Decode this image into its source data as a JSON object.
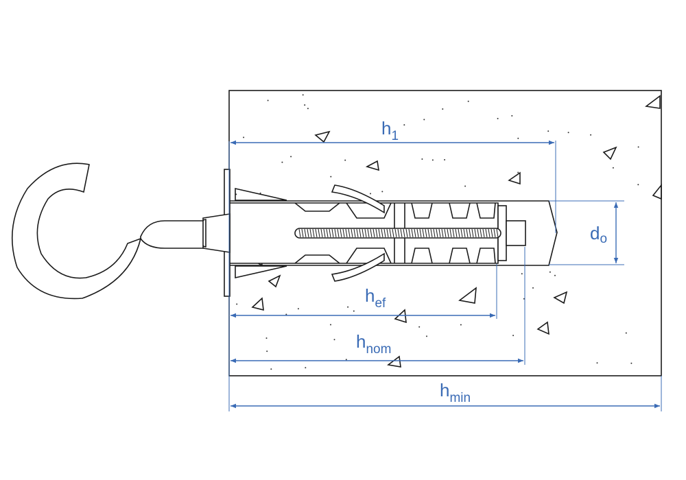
{
  "diagram": {
    "colors": {
      "dimension": "#3a6bb5",
      "ink": "#1a1a1a",
      "background": "#ffffff"
    },
    "dimensions": {
      "h1": {
        "main": "h",
        "sub": "1"
      },
      "do": {
        "main": "d",
        "sub": "o"
      },
      "hef": {
        "main": "h",
        "sub": "ef"
      },
      "hnom": {
        "main": "h",
        "sub": "nom"
      },
      "hmin": {
        "main": "h",
        "sub": "min"
      }
    }
  }
}
